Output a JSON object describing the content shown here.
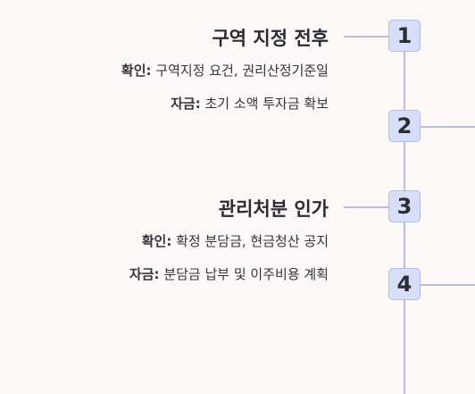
{
  "stages": [
    {
      "number": "1",
      "title": "구역 지정 전후",
      "details": [
        {
          "label": "확인:",
          "text": "구역지정 요건, 권리산정기준일"
        },
        {
          "label": "자금:",
          "text": "초기 소액 투자금 확보"
        }
      ]
    },
    {
      "number": "2"
    },
    {
      "number": "3",
      "title": "관리처분 인가",
      "details": [
        {
          "label": "확인:",
          "text": "확정 분담금, 현금청산 공지"
        },
        {
          "label": "자금:",
          "text": "분담금 납부 및 이주비용 계획"
        }
      ]
    },
    {
      "number": "4"
    }
  ],
  "colors": {
    "background": "#fdf8f8",
    "box_fill": "#d7defa",
    "box_border": "#b3bde5",
    "line": "#b7bdda"
  }
}
